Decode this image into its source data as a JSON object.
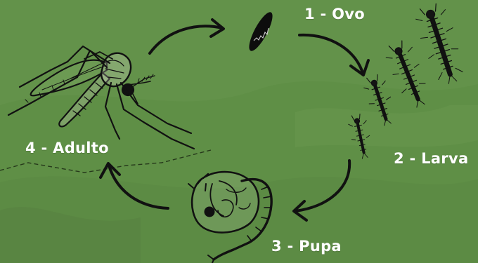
{
  "stages": {
    "egg": {
      "label": "1 - Ovo"
    },
    "larva": {
      "label": "2 - Larva"
    },
    "pupa": {
      "label": "3 - Pupa"
    },
    "adult": {
      "label": "4 - Adulto"
    }
  },
  "colors": {
    "background": "#5f8f46",
    "background_light": "#6f9d55",
    "ink": "#111111",
    "label": "#ffffff"
  },
  "icons": [
    "egg-icon",
    "larva-icon",
    "pupa-icon",
    "mosquito-icon",
    "cycle-arrow-icon"
  ]
}
